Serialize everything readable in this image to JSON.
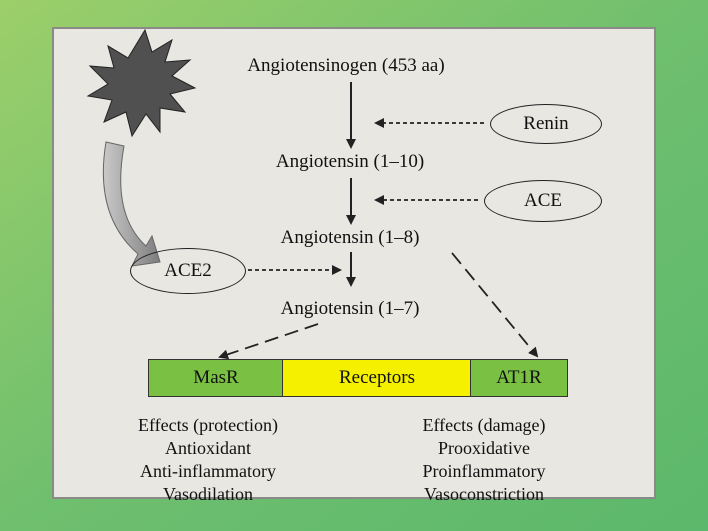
{
  "colors": {
    "background": "#7fc46a",
    "panel": "#e9e7e2",
    "masr": "#7ac143",
    "receptors": "#f5ef00",
    "at1r": "#7ac143"
  },
  "cascade": {
    "step1": "Angiotensinogen (453 aa)",
    "step2": "Angiotensin (1–10)",
    "step3": "Angiotensin (1–8)",
    "step4": "Angiotensin (1–7)"
  },
  "enzymes": {
    "renin": "Renin",
    "ace": "ACE",
    "ace2": "ACE2"
  },
  "receptor_bar": {
    "masr": "MasR",
    "receptors": "Receptors",
    "at1r": "AT1R"
  },
  "effects_left": {
    "title": "Effects (protection)",
    "line1": "Antioxidant",
    "line2": "Anti-inflammatory",
    "line3": "Vasodilation"
  },
  "effects_right": {
    "title": "Effects (damage)",
    "line1": "Prooxidative",
    "line2": "Proinflammatory",
    "line3": "Vasoconstriction"
  },
  "icons": [
    "virus-icon",
    "curved-arrow-icon"
  ]
}
